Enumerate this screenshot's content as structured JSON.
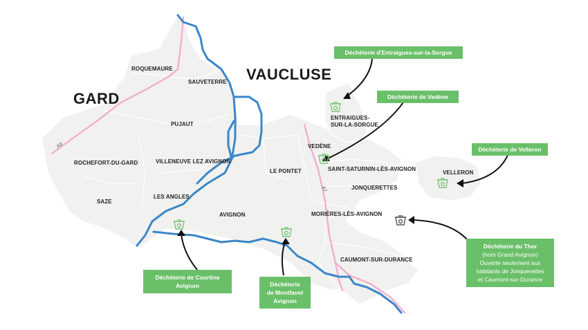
{
  "departments": {
    "gard": "GARD",
    "vaucluse": "VAUCLUSE"
  },
  "roads": {
    "a9": "A9",
    "a7": "A7"
  },
  "communes": [
    {
      "id": "roquemaure",
      "name": "ROQUEMAURE"
    },
    {
      "id": "sauveterre",
      "name": "SAUVETERRE"
    },
    {
      "id": "pujaut",
      "name": "PUJAUT"
    },
    {
      "id": "rochefort",
      "name": "ROCHEFORT-DU-GARD"
    },
    {
      "id": "villeneuve",
      "name": "VILLENEUVE LEZ AVIGNON"
    },
    {
      "id": "le-pontet",
      "name": "LE PONTET"
    },
    {
      "id": "saze",
      "name": "SAZE"
    },
    {
      "id": "les-angles",
      "name": "LES ANGLES"
    },
    {
      "id": "avignon",
      "name": "AVIGNON"
    },
    {
      "id": "vedene",
      "name": "VEDÈNE"
    },
    {
      "id": "entraigues-1",
      "name": "ENTRAIGUES-"
    },
    {
      "id": "entraigues-2",
      "name": "SUR-LA-SORGUE"
    },
    {
      "id": "saint-saturnin",
      "name": "SAINT-SATURNIN-LÈS-AVIGNON"
    },
    {
      "id": "jonquerettes",
      "name": "JONQUERETTES"
    },
    {
      "id": "velleron",
      "name": "VELLERON"
    },
    {
      "id": "morieres",
      "name": "MORIÈRES-LÈS-AVIGNON"
    },
    {
      "id": "caumont",
      "name": "CAUMONT-SUR-DURANCE"
    }
  ],
  "dechetteries": {
    "entraigues": {
      "title": "Déchèterie d'Entraigues-sur-la-Sorgue"
    },
    "vedene": {
      "title": "Déchèterie de Vedène"
    },
    "velleron": {
      "title": "Déchèterie de Velleron"
    },
    "thor": {
      "title": "Déchèterie du Thor",
      "line1": "(hors Grand Avignon)",
      "line2": "Ouverte seulement aux",
      "line3": "habitants de Jonquerettes",
      "line4": "et Caumont-sur-Durance"
    },
    "courtine": {
      "line1": "Déchèterie de Courtine",
      "line2": "Avignon"
    },
    "montfavet": {
      "line1": "Déchèterie",
      "line2": "de Montfavet",
      "line3": "Avignon"
    }
  },
  "colors": {
    "land": "#f1f1ef",
    "border": "#ffffff",
    "river": "#3a86c8",
    "highway": "#f2a9cc",
    "box": "#6abf69",
    "bin_green": "#7cc47a",
    "bin_grey": "#555555"
  }
}
